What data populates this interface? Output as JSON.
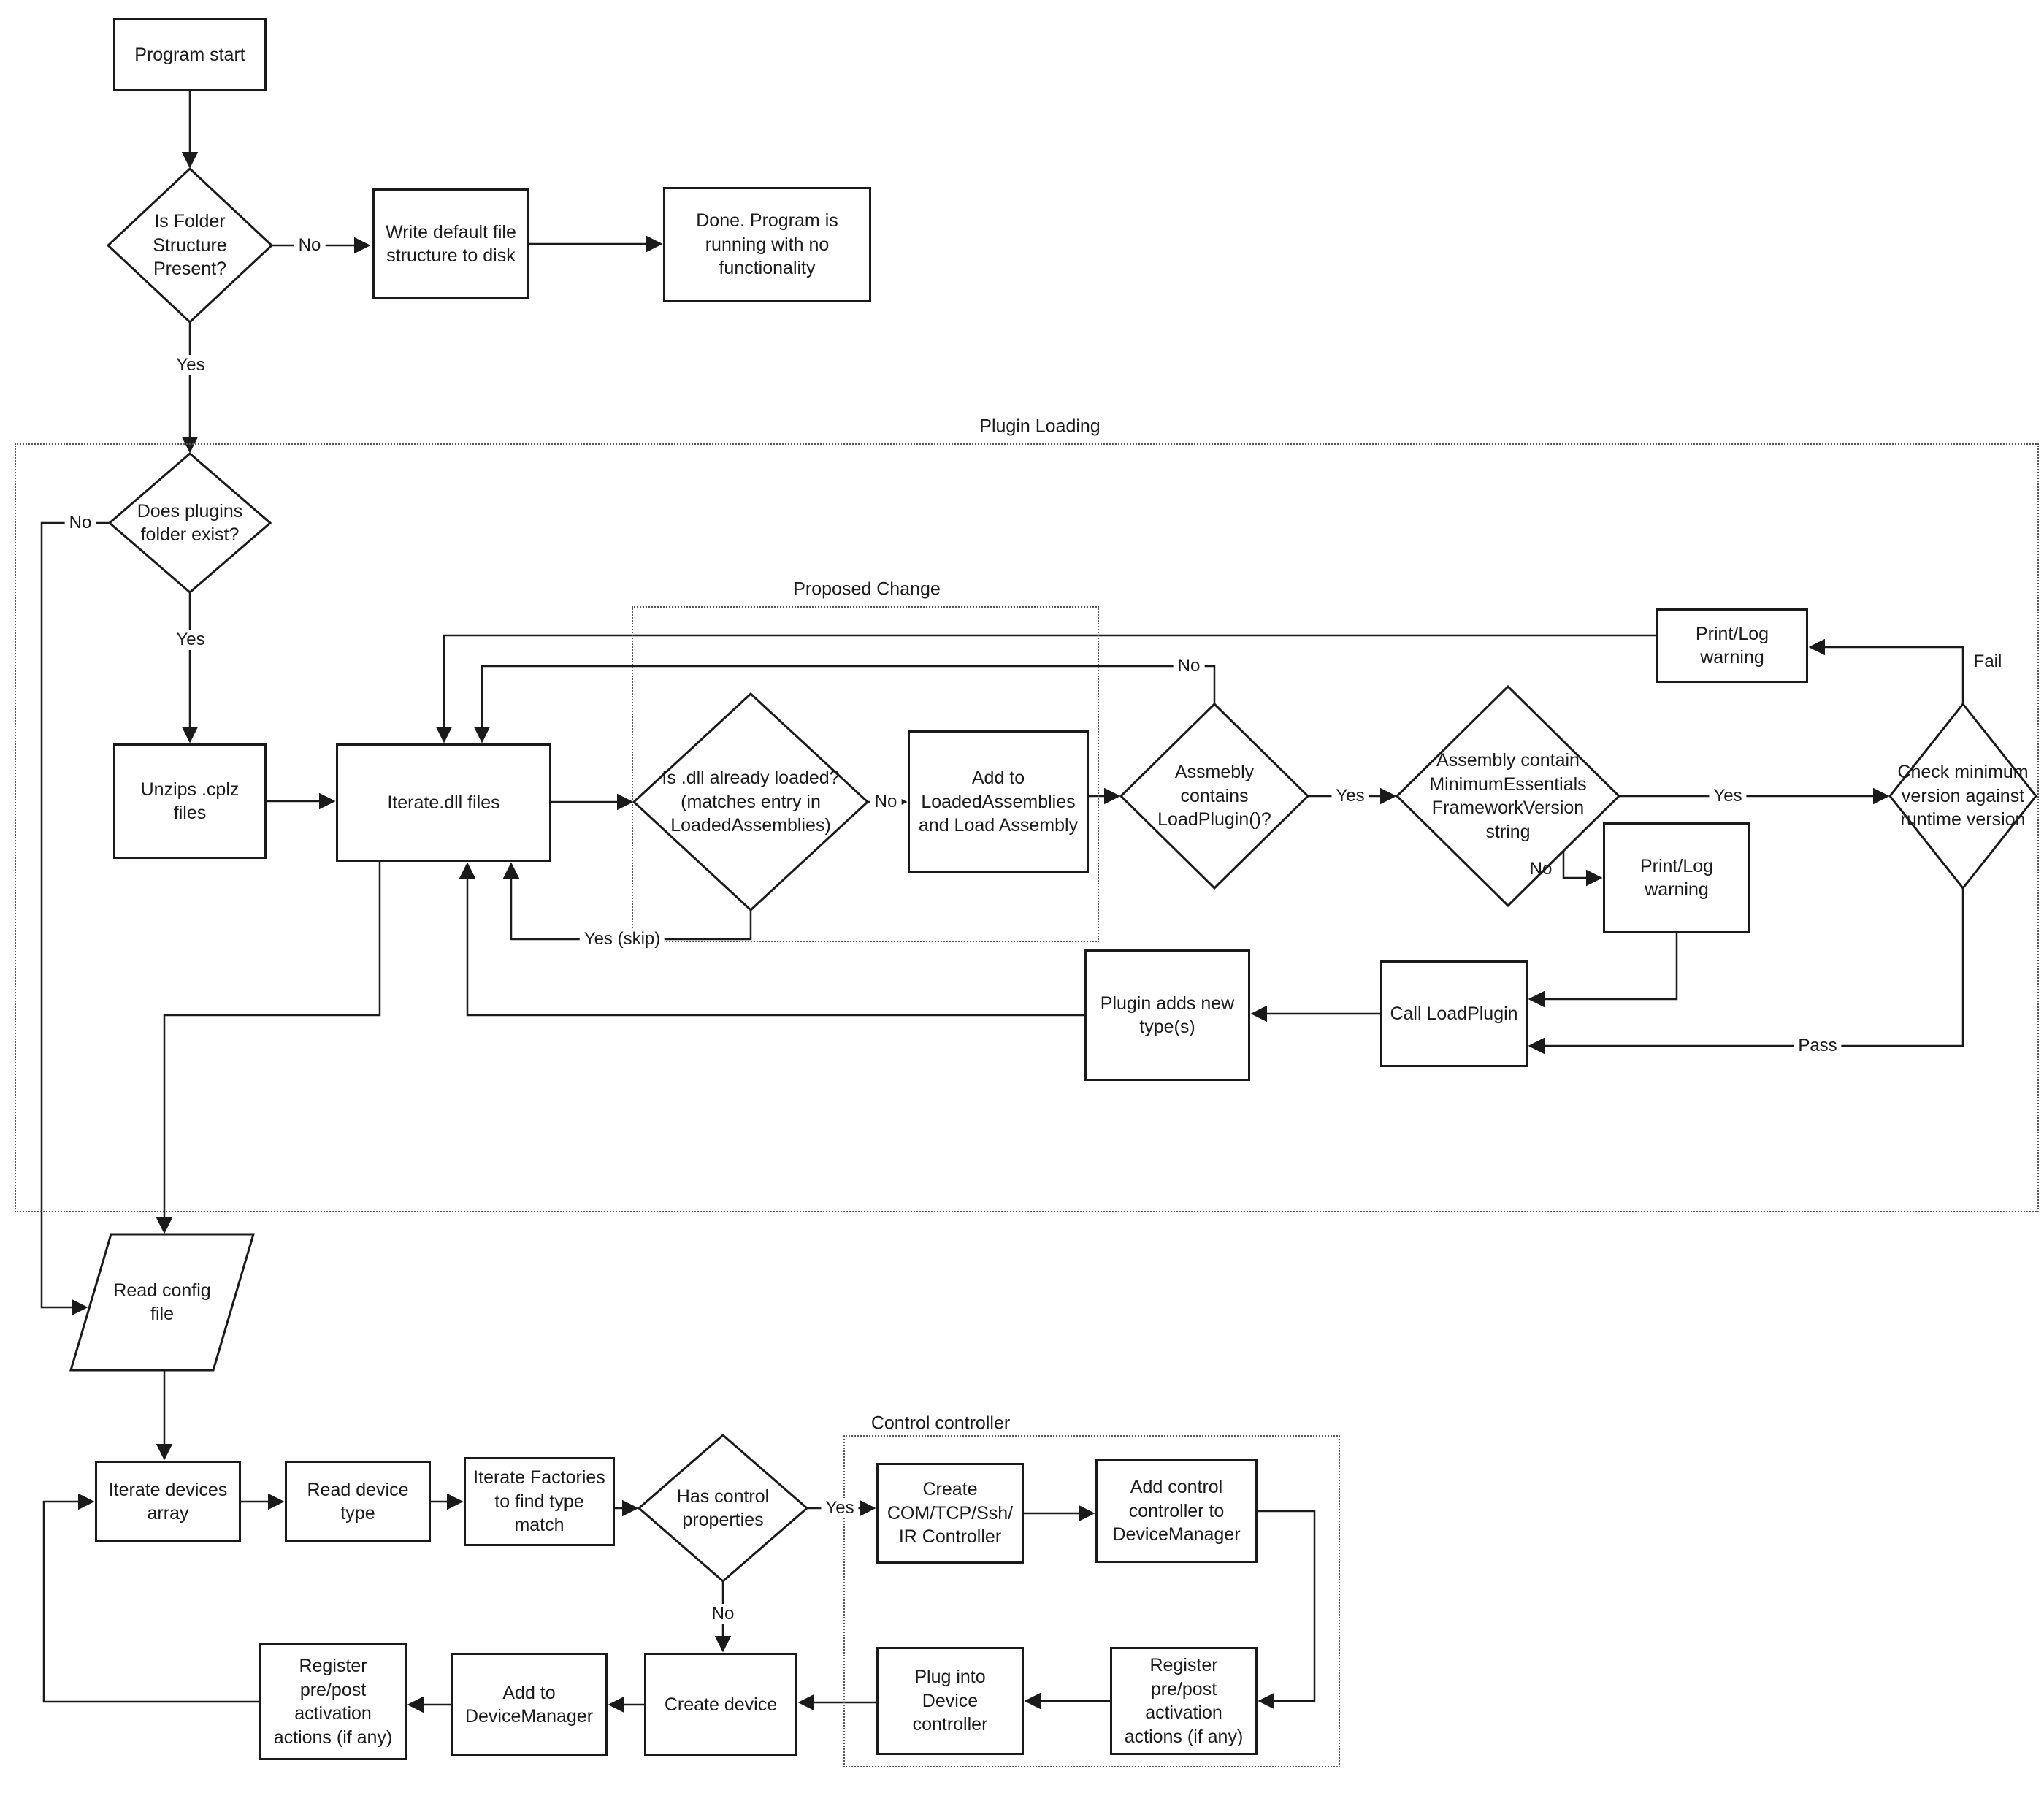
{
  "containers": {
    "plugin_loading": "Plugin Loading",
    "proposed_change": "Proposed Change",
    "control_controller": "Control controller"
  },
  "nodes": {
    "program_start": "Program start",
    "folder_structure_check": "Is Folder Structure Present?",
    "write_default": "Write default file structure to disk",
    "done_no_functionality": "Done.  Program is running with no functionality",
    "plugins_folder_check": "Does plugins folder exist?",
    "unzip_cplz": "Unzips .cplz files",
    "iterate_dll": "Iterate.dll files",
    "dll_loaded_check": "Is .dll already loaded? (matches entry in LoadedAssemblies)",
    "add_loaded_assemblies": "Add to LoadedAssemblies and Load Assembly",
    "assembly_loadplugin_check": "Assmebly contains LoadPlugin()?",
    "min_version_string_check": "Assembly contain MinimumEssentialsFrameworkVersion string",
    "check_min_version": "Check minimum version against runtime version",
    "print_log_warning_top": "Print/Log warning",
    "print_log_warning_lower": "Print/Log warning",
    "call_loadplugin": "Call LoadPlugin",
    "plugin_adds_types": "Plugin adds new type(s)",
    "read_config": "Read config file",
    "iterate_devices": "Iterate devices array",
    "read_device_type": "Read device type",
    "iterate_factories": "Iterate Factories to find type match",
    "has_control_check": "Has control properties",
    "create_controller": "Create COM/TCP/Ssh/IR Controller",
    "add_control_controller": "Add control controller to DeviceManager",
    "register_activation_control": "Register pre/post activation actions (if any)",
    "plug_into_device": "Plug into Device controller",
    "create_device": "Create device",
    "add_to_devicemanager": "Add to DeviceManager",
    "register_activation_device": "Register pre/post activation actions (if any)"
  },
  "edge_labels": {
    "folder_no": "No",
    "folder_yes": "Yes",
    "plugins_no": "No",
    "plugins_yes": "Yes",
    "dll_loaded_no": "No",
    "dll_loaded_yes_skip": "Yes (skip)",
    "loadplugin_no": "No",
    "loadplugin_yes": "Yes",
    "min_version_yes": "Yes",
    "min_version_no": "No",
    "check_fail": "Fail",
    "check_pass": "Pass",
    "has_control_yes": "Yes",
    "has_control_no": "No"
  }
}
